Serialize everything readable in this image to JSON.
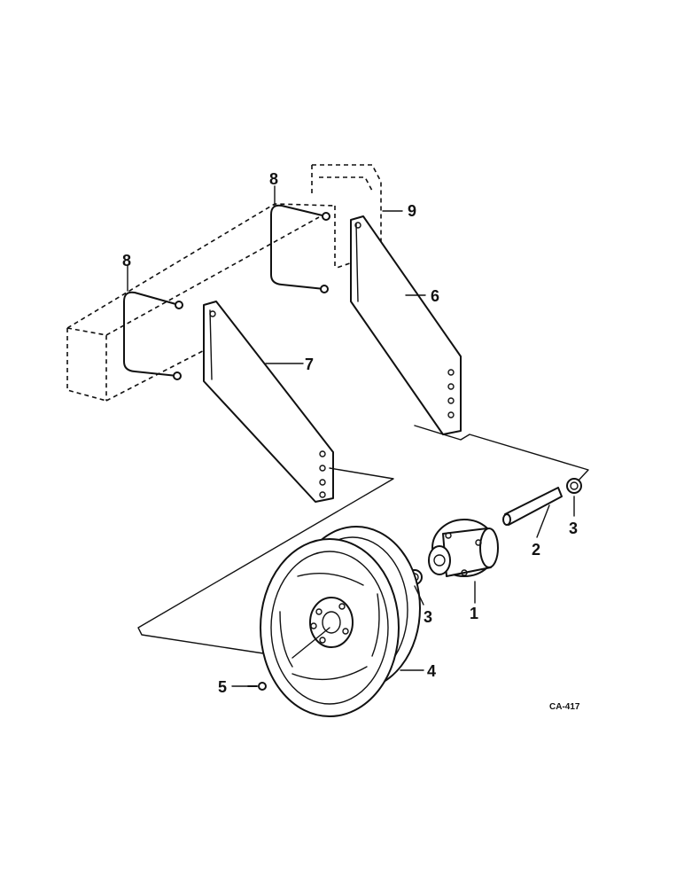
{
  "diagram": {
    "callouts": {
      "hub": "1",
      "axle": "2",
      "nut_right": "3",
      "nut_left": "3",
      "wheel": "4",
      "bolt": "5",
      "bracket_right": "6",
      "bracket_left": "7",
      "u_bolt_right": "8",
      "u_bolt_left": "8",
      "frame": "9"
    },
    "figure_code": "CA-417"
  }
}
